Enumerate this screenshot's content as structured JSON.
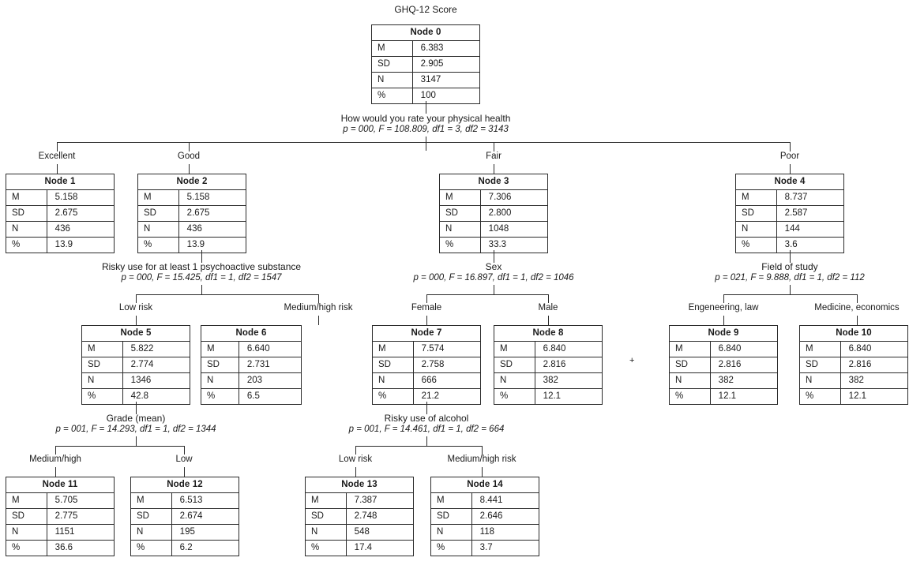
{
  "chart_data": {
    "type": "tree",
    "title": "GHQ-12 Score",
    "dependent_variable": "GHQ-12 Score",
    "statistics_labels": [
      "M",
      "SD",
      "N",
      "%"
    ],
    "nodes": [
      {
        "id": "node0",
        "label": "Node 0",
        "M": "6.383",
        "SD": "2.905",
        "N": "3147",
        "pct": "100"
      },
      {
        "id": "node1",
        "label": "Node 1",
        "M": "5.158",
        "SD": "2.675",
        "N": "436",
        "pct": "13.9"
      },
      {
        "id": "node2",
        "label": "Node 2",
        "M": "5.158",
        "SD": "2.675",
        "N": "436",
        "pct": "13.9"
      },
      {
        "id": "node3",
        "label": "Node 3",
        "M": "7.306",
        "SD": "2.800",
        "N": "1048",
        "pct": "33.3"
      },
      {
        "id": "node4",
        "label": "Node 4",
        "M": "8.737",
        "SD": "2.587",
        "N": "144",
        "pct": "3.6"
      },
      {
        "id": "node5",
        "label": "Node 5",
        "M": "5.822",
        "SD": "2.774",
        "N": "1346",
        "pct": "42.8"
      },
      {
        "id": "node6",
        "label": "Node 6",
        "M": "6.640",
        "SD": "2.731",
        "N": "203",
        "pct": "6.5"
      },
      {
        "id": "node7",
        "label": "Node 7",
        "M": "7.574",
        "SD": "2.758",
        "N": "666",
        "pct": "21.2"
      },
      {
        "id": "node8",
        "label": "Node 8",
        "M": "6.840",
        "SD": "2.816",
        "N": "382",
        "pct": "12.1"
      },
      {
        "id": "node9",
        "label": "Node 9",
        "M": "6.840",
        "SD": "2.816",
        "N": "382",
        "pct": "12.1"
      },
      {
        "id": "node10",
        "label": "Node 10",
        "M": "6.840",
        "SD": "2.816",
        "N": "382",
        "pct": "12.1"
      },
      {
        "id": "node11",
        "label": "Node 11",
        "M": "5.705",
        "SD": "2.775",
        "N": "1151",
        "pct": "36.6"
      },
      {
        "id": "node12",
        "label": "Node 12",
        "M": "6.513",
        "SD": "2.674",
        "N": "195",
        "pct": "6.2"
      },
      {
        "id": "node13",
        "label": "Node 13",
        "M": "7.387",
        "SD": "2.748",
        "N": "548",
        "pct": "17.4"
      },
      {
        "id": "node14",
        "label": "Node 14",
        "M": "8.441",
        "SD": "2.646",
        "N": "118",
        "pct": "3.7"
      }
    ],
    "splits": [
      {
        "id": "split0",
        "parent": "node0",
        "variable": "How would you rate your physical health",
        "stats": "p = 000, F = 108.809, df1 = 3, df2 = 3143",
        "p": "000",
        "F": "108.809",
        "df1": "3",
        "df2": "3143",
        "children": [
          "node1",
          "node2",
          "node3",
          "node4"
        ],
        "branch_labels": [
          "Excellent",
          "Good",
          "Fair",
          "Poor"
        ]
      },
      {
        "id": "split1",
        "parent": "node2",
        "variable": "Risky use for at least 1 psychoactive substance",
        "stats": "p = 000, F = 15.425, df1 = 1, df2 = 1547",
        "p": "000",
        "F": "15.425",
        "df1": "1",
        "df2": "1547",
        "children": [
          "node5",
          "node6"
        ],
        "branch_labels": [
          "Low risk",
          "Medium/high risk"
        ]
      },
      {
        "id": "split2",
        "parent": "node3",
        "variable": "Sex",
        "stats": "p = 000, F = 16.897, df1 = 1, df2 = 1046",
        "p": "000",
        "F": "16.897",
        "df1": "1",
        "df2": "1046",
        "children": [
          "node7",
          "node8"
        ],
        "branch_labels": [
          "Female",
          "Male"
        ]
      },
      {
        "id": "split3",
        "parent": "node4",
        "variable": "Field of study",
        "stats": "p = 021, F = 9.888, df1 = 1, df2 = 112",
        "p": "021",
        "F": "9.888",
        "df1": "1",
        "df2": "112",
        "children": [
          "node9",
          "node10"
        ],
        "branch_labels": [
          "Engeneering, law",
          "Medicine, economics"
        ]
      },
      {
        "id": "split4",
        "parent": "node5",
        "variable": "Grade (mean)",
        "stats": "p = 001, F = 14.293, df1 = 1, df2 = 1344",
        "p": "001",
        "F": "14.293",
        "df1": "1",
        "df2": "1344",
        "children": [
          "node11",
          "node12"
        ],
        "branch_labels": [
          "Medium/high",
          "Low"
        ]
      },
      {
        "id": "split5",
        "parent": "node7",
        "variable": "Risky use of alcohol",
        "stats": "p = 001, F = 14.461, df1 = 1, df2 = 664",
        "p": "001",
        "F": "14.461",
        "df1": "1",
        "df2": "664",
        "children": [
          "node13",
          "node14"
        ],
        "branch_labels": [
          "Low risk",
          "Medium/high risk"
        ]
      }
    ],
    "artifact_mark": "+"
  },
  "title": "GHQ-12 Score",
  "labels": {
    "M": "M",
    "SD": "SD",
    "N": "N",
    "pct": "%"
  },
  "node0": {
    "label": "Node 0",
    "M": "6.383",
    "SD": "2.905",
    "N": "3147",
    "pct": "100"
  },
  "node1": {
    "label": "Node 1",
    "M": "5.158",
    "SD": "2.675",
    "N": "436",
    "pct": "13.9"
  },
  "node2": {
    "label": "Node 2",
    "M": "5.158",
    "SD": "2.675",
    "N": "436",
    "pct": "13.9"
  },
  "node3": {
    "label": "Node 3",
    "M": "7.306",
    "SD": "2.800",
    "N": "1048",
    "pct": "33.3"
  },
  "node4": {
    "label": "Node 4",
    "M": "8.737",
    "SD": "2.587",
    "N": "144",
    "pct": "3.6"
  },
  "node5": {
    "label": "Node 5",
    "M": "5.822",
    "SD": "2.774",
    "N": "1346",
    "pct": "42.8"
  },
  "node6": {
    "label": "Node 6",
    "M": "6.640",
    "SD": "2.731",
    "N": "203",
    "pct": "6.5"
  },
  "node7": {
    "label": "Node 7",
    "M": "7.574",
    "SD": "2.758",
    "N": "666",
    "pct": "21.2"
  },
  "node8": {
    "label": "Node 8",
    "M": "6.840",
    "SD": "2.816",
    "N": "382",
    "pct": "12.1"
  },
  "node9": {
    "label": "Node 9",
    "M": "6.840",
    "SD": "2.816",
    "N": "382",
    "pct": "12.1"
  },
  "node10": {
    "label": "Node 10",
    "M": "6.840",
    "SD": "2.816",
    "N": "382",
    "pct": "12.1"
  },
  "node11": {
    "label": "Node 11",
    "M": "5.705",
    "SD": "2.775",
    "N": "1151",
    "pct": "36.6"
  },
  "node12": {
    "label": "Node 12",
    "M": "6.513",
    "SD": "2.674",
    "N": "195",
    "pct": "6.2"
  },
  "node13": {
    "label": "Node 13",
    "M": "7.387",
    "SD": "2.748",
    "N": "548",
    "pct": "17.4"
  },
  "node14": {
    "label": "Node 14",
    "M": "8.441",
    "SD": "2.646",
    "N": "118",
    "pct": "3.7"
  },
  "split0": {
    "variable": "How would you rate your physical health",
    "stats": "p = 000, F = 108.809, df1 = 3, df2 = 3143"
  },
  "split1": {
    "variable": "Risky use for at least 1 psychoactive substance",
    "stats": "p = 000, F = 15.425, df1 = 1, df2 = 1547"
  },
  "split2": {
    "variable": "Sex",
    "stats": "p = 000, F = 16.897, df1 = 1, df2 = 1046"
  },
  "split3": {
    "variable": "Field of study",
    "stats": "p = 021, F = 9.888, df1 = 1, df2 = 112"
  },
  "split4": {
    "variable": "Grade (mean)",
    "stats": "p = 001, F = 14.293, df1 = 1, df2 = 1344"
  },
  "split5": {
    "variable": "Risky use of alcohol",
    "stats": "p = 001, F = 14.461, df1 = 1, df2 = 664"
  },
  "edges": {
    "excellent": "Excellent",
    "good": "Good",
    "fair": "Fair",
    "poor": "Poor",
    "low_risk_1": "Low risk",
    "medhigh_risk_1": "Medium/high risk",
    "female": "Female",
    "male": "Male",
    "eng_law": "Engeneering, law",
    "med_econ": "Medicine, economics",
    "medium_high": "Medium/high",
    "low": "Low",
    "low_risk_2": "Low risk",
    "medhigh_risk_2": "Medium/high risk"
  },
  "artifact": "+"
}
